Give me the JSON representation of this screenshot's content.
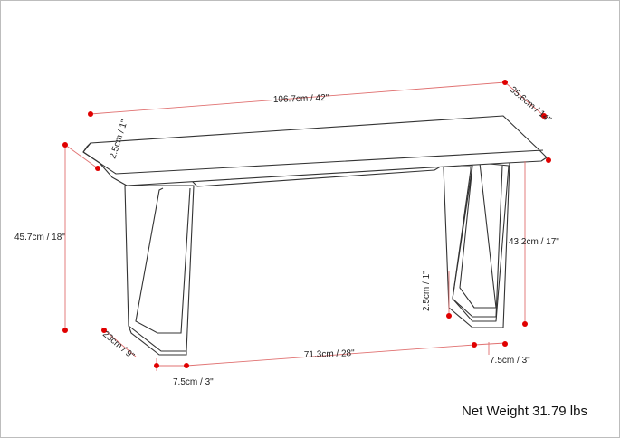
{
  "dimensions": {
    "length": "106.7cm / 42\"",
    "depth": "35.6cm / 14\"",
    "top_thickness": "2.5cm / 1\"",
    "overall_height": "45.7cm / 18\"",
    "leg_height": "43.2cm / 17\"",
    "foot_thickness": "2.5cm / 1\"",
    "leg_depth": "23cm / 9\"",
    "leg_width_left": "7.5cm / 3\"",
    "inner_span": "71.3cm / 28\"",
    "leg_width_right": "7.5cm / 3\""
  },
  "net_weight": "Net Weight 31.79 lbs",
  "colors": {
    "dimension_line": "#e07070",
    "marker": "#e00000",
    "outline": "#333333"
  }
}
